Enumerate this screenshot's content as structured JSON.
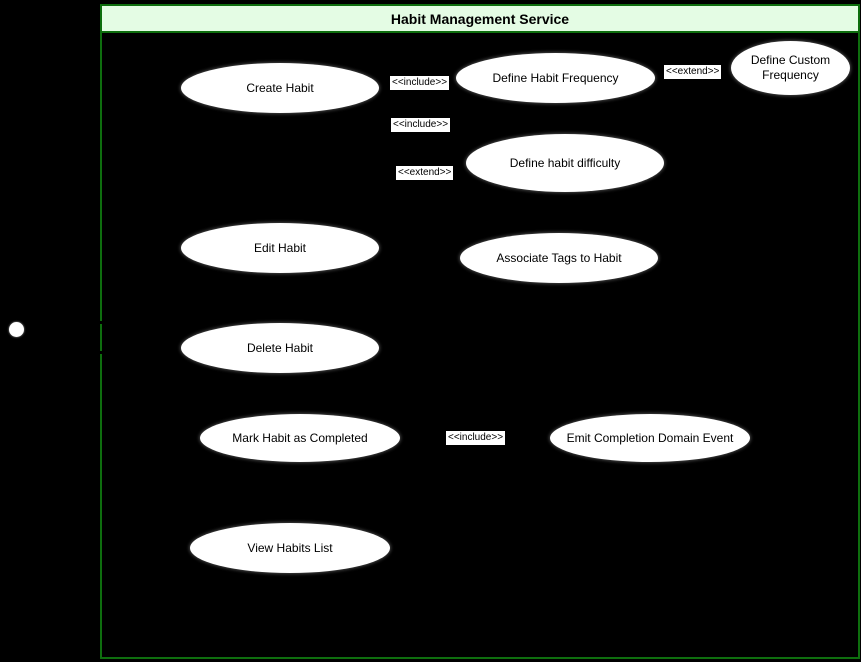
{
  "diagram": {
    "type": "uml-use-case",
    "background_color": "#000000",
    "boundary": {
      "title": "Habit Management Service",
      "border_color": "#0e6e0e",
      "header_fill": "#e4fce4",
      "title_color": "#000000"
    },
    "actor": {
      "icon": "actor-head-circle",
      "fill": "#ffffff"
    },
    "use_cases": [
      {
        "id": "create-habit",
        "label": "Create Habit"
      },
      {
        "id": "define-habit-frequency",
        "label": "Define Habit Frequency"
      },
      {
        "id": "define-custom-frequency",
        "label": "Define Custom Frequency"
      },
      {
        "id": "define-habit-difficulty",
        "label": "Define habit difficulty"
      },
      {
        "id": "edit-habit",
        "label": "Edit Habit"
      },
      {
        "id": "associate-tags-to-habit",
        "label": "Associate Tags to Habit"
      },
      {
        "id": "delete-habit",
        "label": "Delete Habit"
      },
      {
        "id": "mark-habit-as-completed",
        "label": "Mark Habit as Completed"
      },
      {
        "id": "emit-completion-domain-event",
        "label": "Emit Completion Domain Event"
      },
      {
        "id": "view-habits-list",
        "label": "View Habits List"
      }
    ],
    "usecase_style": {
      "fill": "#ffffff",
      "text_color": "#000000"
    },
    "stereotype_labels": [
      {
        "id": "include-create-to-frequency",
        "label": "<<include>>"
      },
      {
        "id": "extend-frequency-to-custom",
        "label": "<<extend>>"
      },
      {
        "id": "include-create-to-difficulty",
        "label": "<<include>>"
      },
      {
        "id": "extend-create-to-tags",
        "label": "<<extend>>"
      },
      {
        "id": "include-completed-to-emit",
        "label": "<<include>>"
      }
    ]
  }
}
